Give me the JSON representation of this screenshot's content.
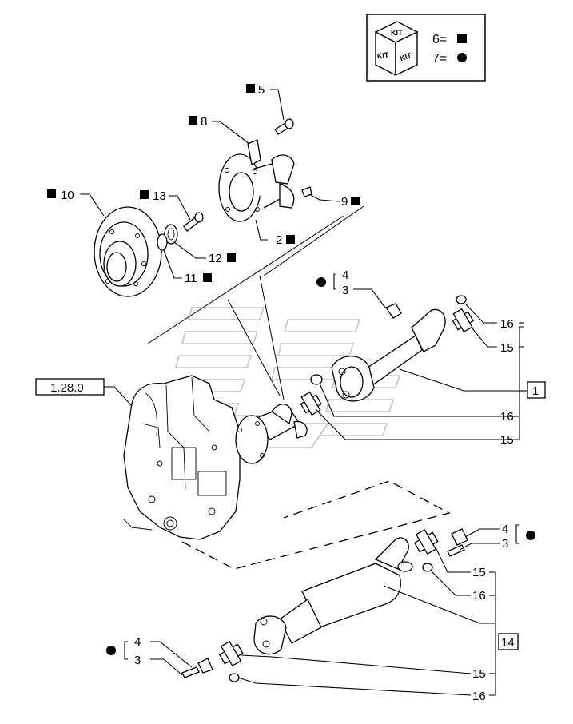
{
  "legend": {
    "kit_face_text": "KIT",
    "kit_square_text": "6=",
    "kit_circle_text": "7=",
    "square_marker_color": "#000000",
    "circle_marker_color": "#000000"
  },
  "callouts": {
    "p5": "5",
    "p8": "8",
    "p9": "9",
    "p10": "10",
    "p13": "13",
    "p12": "12",
    "p11": "11",
    "p2": "2",
    "p4_upper": "4",
    "p3_upper": "3",
    "p16_a": "16",
    "p15_a": "15",
    "p16_b": "16",
    "p15_b": "15",
    "p4_mid": "4",
    "p3_mid": "3",
    "p15_c": "15",
    "p16_c": "16",
    "p4_low": "4",
    "p3_low": "3",
    "p15_d": "15",
    "p16_d": "16"
  },
  "reference_box": "1.28.0",
  "assembly_boxes": {
    "upper": "1",
    "lower": "14"
  }
}
